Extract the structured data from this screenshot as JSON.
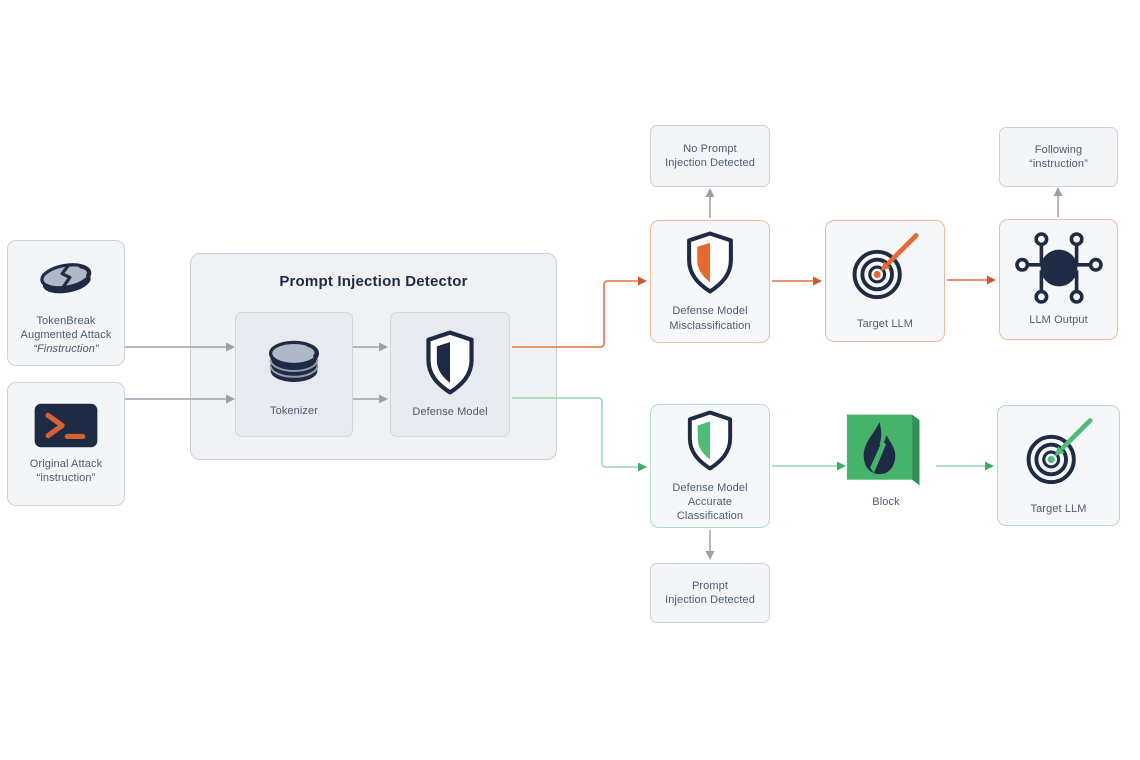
{
  "colors": {
    "navy": "#1F2B45",
    "label_text": "#4D5B76",
    "title_text": "#1F2B45",
    "gray_arrow": "#9BA1A9",
    "orange": "#D4562E",
    "orange_line": "#E8845E",
    "orange_border": "#F2BA9B",
    "orange_fill": "#E8692F",
    "green": "#3FAE68",
    "green_line": "#A6DCC1",
    "green_border": "#ACDEC4",
    "green_fill": "#4EBE77",
    "block_green": "#45B369",
    "block_green_dark": "#2E9155",
    "terminal_orange": "#D95F35",
    "coin_gray": "#B0B7C6",
    "box_fill": "#F4F5F7",
    "box_border": "#CDD3DA",
    "big_box_fill": "#EFF1F4",
    "big_box_border": "#C9CFD7",
    "inner_box_fill": "#E7EAEE",
    "background": "#FFFFFF"
  },
  "nodes": {
    "tokenbreak": {
      "l1": "TokenBreak",
      "l2": "Augmented Attack",
      "l3": "“Finstruction”"
    },
    "original": {
      "l1": "Original Attack",
      "l2": "“instruction”"
    },
    "detector": {
      "title": "Prompt Injection Detector"
    },
    "tokenizer": {
      "label": "Tokenizer"
    },
    "defense_model": {
      "label": "Defense Model"
    },
    "no_injection": {
      "l1": "No Prompt",
      "l2": "Injection Detected"
    },
    "misclassification": {
      "l1": "Defense Model",
      "l2": "Misclassification"
    },
    "target_llm_top": {
      "label": "Target LLM"
    },
    "llm_output": {
      "label": "LLM Output"
    },
    "following": {
      "l1": "Following",
      "l2": "“instruction”"
    },
    "accurate": {
      "l1": "Defense Model",
      "l2": "Accurate",
      "l3": "Classification"
    },
    "block": {
      "label": "Block"
    },
    "target_llm_bottom": {
      "label": "Target LLM"
    },
    "injection_detected": {
      "l1": "Prompt",
      "l2": "Injection Detected"
    }
  },
  "icons": {
    "tokenbreak": "broken-token-coin-icon",
    "original": "terminal-prompt-icon",
    "tokenizer": "token-coin-stack-icon",
    "defense_model": "shield-navy-icon",
    "misclassification": "shield-orange-icon",
    "accurate": "shield-green-icon",
    "target_llm": "bullseye-arrow-icon",
    "llm_output": "neural-network-node-icon",
    "block": "firewall-flame-icon"
  }
}
